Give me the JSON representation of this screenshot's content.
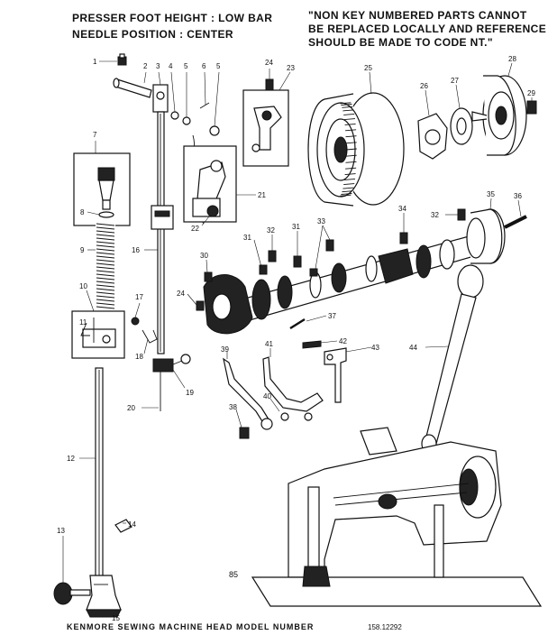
{
  "header": {
    "left_line1": "PRESSER FOOT HEIGHT : LOW BAR",
    "left_line2": "NEEDLE POSITION : CENTER",
    "right_line1": "\"NON KEY NUMBERED PARTS CANNOT",
    "right_line2": "BE REPLACED LOCALLY AND REFERENCE",
    "right_line3": "SHOULD BE MADE TO CODE NT.\""
  },
  "footer": {
    "caption": "KENMORE SEWING MACHINE HEAD MODEL NUMBER",
    "model_number": "158.12292"
  },
  "figure_code": "85",
  "callouts": {
    "c1": "1",
    "c2": "2",
    "c3": "3",
    "c4": "4",
    "c5a": "5",
    "c6": "6",
    "c5b": "5",
    "c7": "7",
    "c8": "8",
    "c9": "9",
    "c10": "10",
    "c11": "11",
    "c12": "12",
    "c13": "13",
    "c14": "14",
    "c15": "15",
    "c16": "16",
    "c17": "17",
    "c18": "18",
    "c19": "19",
    "c20": "20",
    "c21": "21",
    "c22": "22",
    "c23": "23",
    "c24a": "24",
    "c24b": "24",
    "c25": "25",
    "c26": "26",
    "c27": "27",
    "c28": "28",
    "c29": "29",
    "c30": "30",
    "c31a": "31",
    "c31b": "31",
    "c32a": "32",
    "c32b": "32",
    "c33": "33",
    "c34": "34",
    "c35": "35",
    "c36": "36",
    "c37": "37",
    "c38": "38",
    "c39": "39",
    "c40": "40",
    "c41": "41",
    "c42": "42",
    "c43": "43",
    "c44": "44"
  }
}
